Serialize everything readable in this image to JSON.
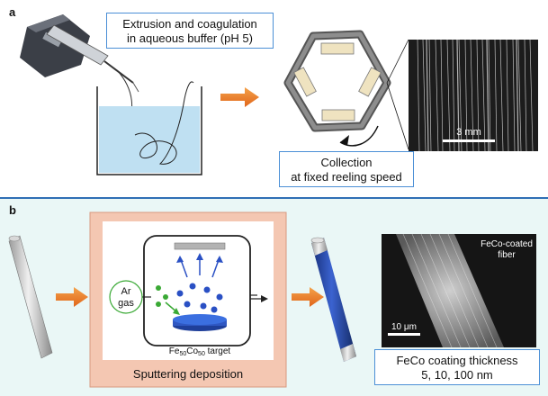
{
  "panel_a": {
    "label": "a",
    "step1_line1": "Extrusion and coagulation",
    "step1_line2": "in aqueous buffer (pH 5)",
    "step2_line1": "Collection",
    "step2_line2": "at fixed reeling speed",
    "scale_bar": "3 mm"
  },
  "panel_b": {
    "label": "b",
    "gas_line1": "Ar",
    "gas_line2": "gas",
    "target_label": "Fe50Co50 target",
    "chamber_caption": "Sputtering deposition",
    "sem_title_line1": "FeCo-coated",
    "sem_title_line2": "fiber",
    "sem_scale_bar": "10 μm",
    "thickness_line1": "FeCo coating thickness",
    "thickness_line2": "5, 10, 100 nm"
  },
  "colors": {
    "accent_orange": "#e8731a",
    "box_border_blue": "#4b8fd6",
    "divider_blue": "#2f6fb5",
    "water_blue": "#bfe0f2",
    "panel_b_bg": "#eaf7f6",
    "chamber_bg": "#f4c7b2",
    "coated_fiber_blue": "#1f3f9a",
    "gas_green": "#3aa935"
  }
}
